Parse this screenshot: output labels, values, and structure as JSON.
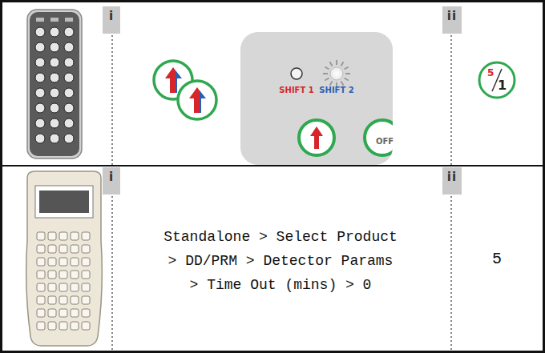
{
  "diagram": {
    "nodes": [
      {
        "text": [
          "i"
        ]
      },
      {
        "text": [
          "ii"
        ]
      },
      {
        "text": [
          "5",
          "1"
        ]
      },
      {
        "text": [
          "i"
        ]
      },
      {
        "text": [
          "ii"
        ]
      }
    ],
    "labels": [
      "SHIFT 1",
      "SHIFT 2",
      "OFF",
      "Standalone > Select Product > DD/PRM > Detector Params > Time Out (mins) > 0",
      "5"
    ]
  }
}
